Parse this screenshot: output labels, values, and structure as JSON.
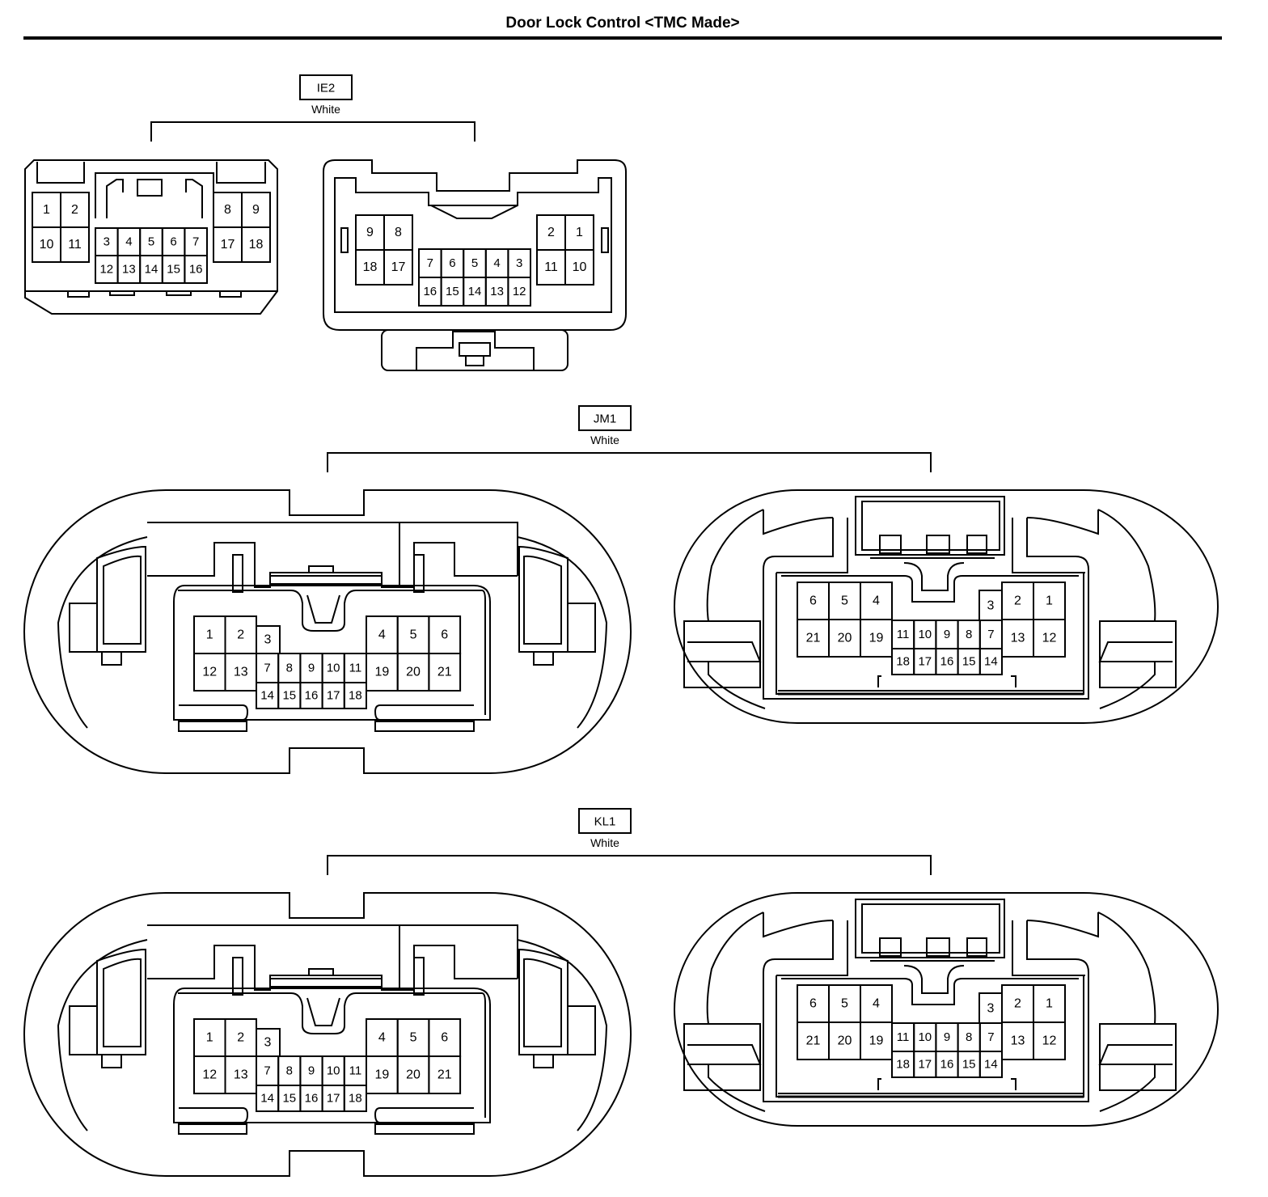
{
  "title": "Door Lock Control <TMC Made>",
  "connectors": [
    {
      "id": "IE2",
      "color": "White",
      "left_face": {
        "top_left_pins": [
          "1",
          "2"
        ],
        "bottom_left_pins": [
          "10",
          "11"
        ],
        "middle_top_pins": [
          "3",
          "4",
          "5",
          "6",
          "7"
        ],
        "middle_bottom_pins": [
          "12",
          "13",
          "14",
          "15",
          "16"
        ],
        "top_right_pins": [
          "8",
          "9"
        ],
        "bottom_right_pins": [
          "17",
          "18"
        ]
      },
      "right_face": {
        "top_left_pins": [
          "9",
          "8"
        ],
        "bottom_left_pins": [
          "18",
          "17"
        ],
        "middle_top_pins": [
          "7",
          "6",
          "5",
          "4",
          "3"
        ],
        "middle_bottom_pins": [
          "16",
          "15",
          "14",
          "13",
          "12"
        ],
        "top_right_pins": [
          "2",
          "1"
        ],
        "bottom_right_pins": [
          "11",
          "10"
        ]
      }
    },
    {
      "id": "JM1",
      "color": "White",
      "left_face": {
        "top_left_pins": [
          "1",
          "2"
        ],
        "bottom_left_pins": [
          "12",
          "13"
        ],
        "middle_single_pin": "3",
        "middle_top_pins": [
          "7",
          "8",
          "9",
          "10",
          "11"
        ],
        "middle_bottom_pins": [
          "14",
          "15",
          "16",
          "17",
          "18"
        ],
        "top_right_pins": [
          "4",
          "5",
          "6"
        ],
        "bottom_right_pins": [
          "19",
          "20",
          "21"
        ]
      },
      "right_face": {
        "top_left_pins": [
          "6",
          "5",
          "4"
        ],
        "bottom_left_pins": [
          "21",
          "20",
          "19"
        ],
        "middle_single_pin": "3",
        "middle_top_pins": [
          "11",
          "10",
          "9",
          "8",
          "7"
        ],
        "middle_bottom_pins": [
          "18",
          "17",
          "16",
          "15",
          "14"
        ],
        "top_right_pins": [
          "2",
          "1"
        ],
        "bottom_right_pins": [
          "13",
          "12"
        ]
      }
    },
    {
      "id": "KL1",
      "color": "White",
      "left_face": {
        "top_left_pins": [
          "1",
          "2"
        ],
        "bottom_left_pins": [
          "12",
          "13"
        ],
        "middle_single_pin": "3",
        "middle_top_pins": [
          "7",
          "8",
          "9",
          "10",
          "11"
        ],
        "middle_bottom_pins": [
          "14",
          "15",
          "16",
          "17",
          "18"
        ],
        "top_right_pins": [
          "4",
          "5",
          "6"
        ],
        "bottom_right_pins": [
          "19",
          "20",
          "21"
        ]
      },
      "right_face": {
        "top_left_pins": [
          "6",
          "5",
          "4"
        ],
        "bottom_left_pins": [
          "21",
          "20",
          "19"
        ],
        "middle_single_pin": "3",
        "middle_top_pins": [
          "11",
          "10",
          "9",
          "8",
          "7"
        ],
        "middle_bottom_pins": [
          "18",
          "17",
          "16",
          "15",
          "14"
        ],
        "top_right_pins": [
          "2",
          "1"
        ],
        "bottom_right_pins": [
          "13",
          "12"
        ]
      }
    }
  ]
}
